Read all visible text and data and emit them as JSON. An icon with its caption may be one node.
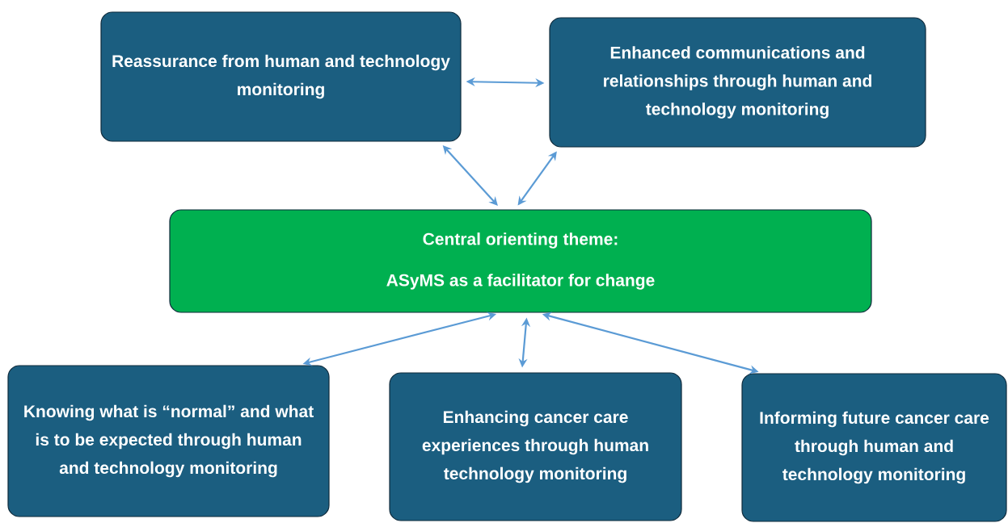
{
  "diagram": {
    "nodes": [
      {
        "text": [
          "Reassurance from human and technology monitoring"
        ]
      },
      {
        "text": [
          "Enhanced communications and relationships through human and technology monitoring"
        ]
      },
      {
        "text": [
          "Central orienting theme:",
          "ASyMS as a facilitator for change"
        ]
      },
      {
        "text": [
          "Knowing what is “normal” and what is to be expected through human and technology monitoring"
        ]
      },
      {
        "text": [
          "Enhancing cancer care experiences through human technology monitoring"
        ]
      },
      {
        "text": [
          "Informing future cancer care through human and technology monitoring"
        ]
      }
    ],
    "edges": [
      {
        "from": 0,
        "to": 1,
        "arrow": "both"
      },
      {
        "from": 0,
        "to": 2,
        "arrow": "both"
      },
      {
        "from": 1,
        "to": 2,
        "arrow": "both"
      },
      {
        "from": 2,
        "to": 3,
        "arrow": "both"
      },
      {
        "from": 2,
        "to": 4,
        "arrow": "both"
      },
      {
        "from": 2,
        "to": 5,
        "arrow": "both"
      }
    ]
  }
}
